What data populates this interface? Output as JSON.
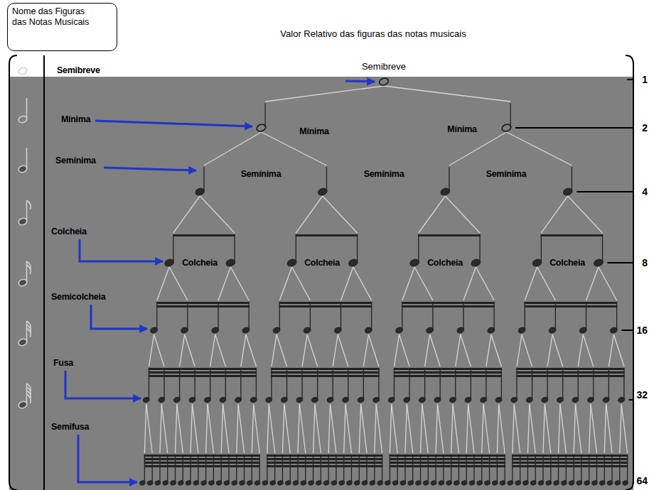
{
  "diagram": {
    "title": "Valor Relativo das figuras das notas musicais",
    "nodes": [
      {
        "text": [
          "Nome das Figuras das Notas Musicais"
        ]
      }
    ],
    "labels": [
      "Semibreve",
      "Semibreve",
      "1",
      "Mínima",
      "Mínima",
      "Mínima",
      "2",
      "Semínima",
      "Semínima",
      "Semínima",
      "Semínima",
      "4",
      "Colcheia",
      "Colcheia",
      "Colcheia",
      "Colcheia",
      "Colcheia",
      "8",
      "Semicolcheia",
      "16",
      "Fusa",
      "32",
      "Semifusa",
      "64"
    ]
  }
}
